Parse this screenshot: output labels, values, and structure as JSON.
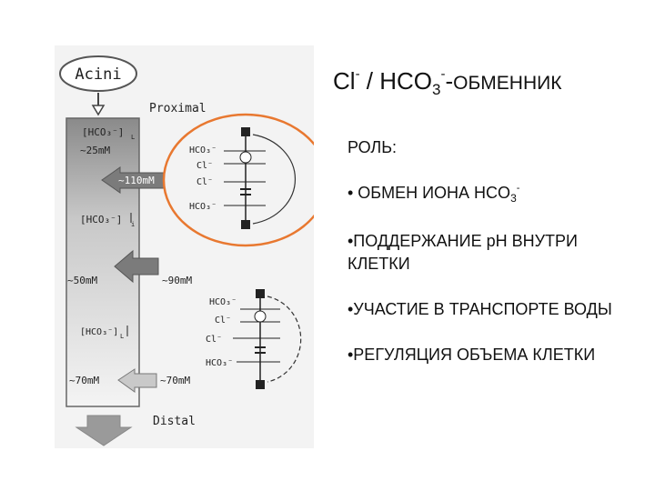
{
  "title": {
    "cl": "Cl",
    "cl_sup": "-",
    "sep": " / HCO",
    "sub3": "3",
    "sup_minus": "-",
    "dash": "-",
    "rest": "ОБМЕННИК"
  },
  "bullets": {
    "role": "РОЛЬ:",
    "items": [
      {
        "text": "• ОБМЕН ИОНА HCO",
        "sub": "3",
        "sup": "-"
      },
      {
        "text": "•ПОДДЕРЖАНИЕ pH ВНУТРИ КЛЕТКИ"
      },
      {
        "text": "•УЧАСТИЕ В ТРАНСПОРТЕ ВОДЫ"
      },
      {
        "text": "•РЕГУЛЯЦИЯ ОБЪЕМА КЛЕТКИ"
      }
    ]
  },
  "figure": {
    "acini": "Acini",
    "proximal": "Proximal",
    "distal": "Distal",
    "hco3_label_top": "[HCO₃⁻]",
    "hco3_sub_top": "L",
    "conc_25": "~25mM",
    "conc_110": "~110mM",
    "hco3_label_mid": "[HCO₃⁻]",
    "hco3_sub_mid": "i",
    "conc_50": "~50mM",
    "conc_90": "~90mM",
    "hco3_label_low": "[HCO₃⁻]",
    "hco3_sub_low": "L",
    "conc_70_left": "~70mM",
    "conc_70_right": "~70mM",
    "exch1": {
      "hco3_a": "HCO₃⁻",
      "cl_a": "Cl⁻",
      "cl_b": "Cl⁻",
      "hco3_b": "HCO₃⁻"
    },
    "exch2": {
      "hco3_a": "HCO₃⁻",
      "cl_a": "Cl⁻",
      "cl_b": "Cl⁻",
      "hco3_b": "HCO₃⁻"
    },
    "highlight_color": "#e87830"
  }
}
